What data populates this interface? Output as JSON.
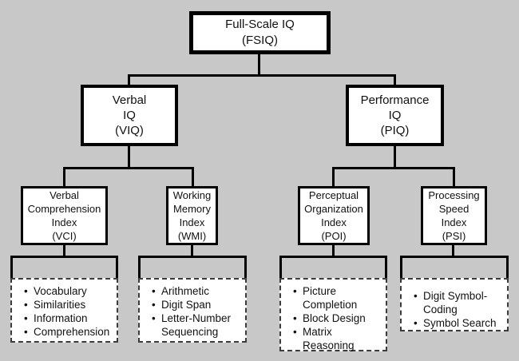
{
  "colors": {
    "background": "#c8c8c8",
    "box_fill": "#ffffff",
    "line": "#000000",
    "dashed_border": "#3c3c3c",
    "text": "#111111"
  },
  "tree": {
    "root": {
      "lines": [
        "Full-Scale IQ",
        "(FSIQ)"
      ]
    },
    "branches": [
      {
        "lines": [
          "Verbal",
          "IQ",
          "(VIQ)"
        ]
      },
      {
        "lines": [
          "Performance",
          "IQ",
          "(PIQ)"
        ]
      }
    ],
    "indexes": [
      {
        "lines": [
          "Verbal",
          "Comprehension",
          "Index",
          "(VCI)"
        ]
      },
      {
        "lines": [
          "Working",
          "Memory",
          "Index",
          "(WMI)"
        ]
      },
      {
        "lines": [
          "Perceptual",
          "Organization",
          "Index",
          "(POI)"
        ]
      },
      {
        "lines": [
          "Processing",
          "Speed",
          "Index",
          "(PSI)"
        ]
      }
    ],
    "subtests": [
      {
        "items": [
          "Vocabulary",
          "Similarities",
          "Information",
          "Comprehension"
        ]
      },
      {
        "items": [
          "Arithmetic",
          "Digit Span",
          "Letter-Number Sequencing"
        ]
      },
      {
        "items": [
          "Picture Completion",
          "Block Design",
          "Matrix Reasoning"
        ]
      },
      {
        "items": [
          "Digit Symbol-Coding",
          "Symbol Search"
        ]
      }
    ]
  }
}
